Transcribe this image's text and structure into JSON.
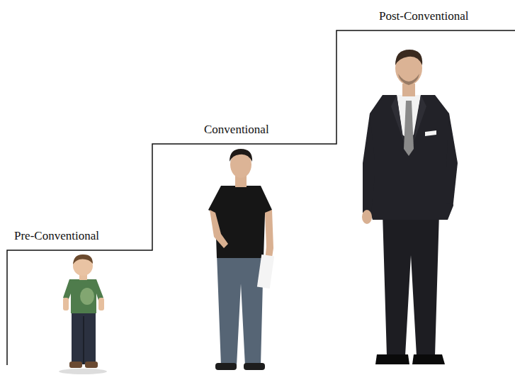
{
  "diagram": {
    "labels": [
      "Pre-Conventional",
      "Conventional",
      "Post-Conventional"
    ]
  }
}
